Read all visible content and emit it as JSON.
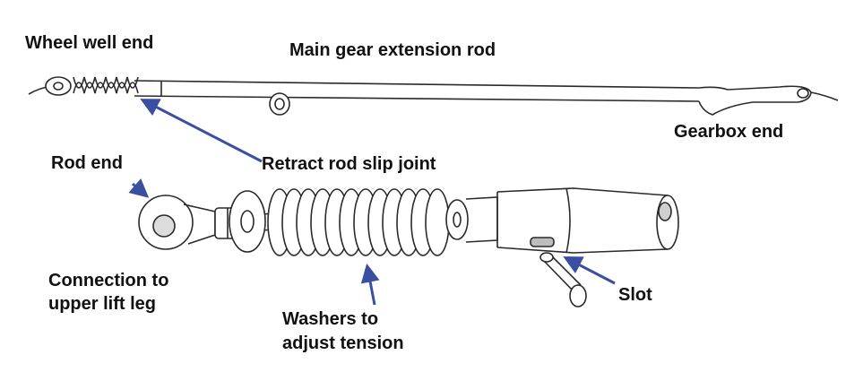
{
  "labels": {
    "wheel_well_end": "Wheel well end",
    "main_gear_rod": "Main gear extension rod",
    "gearbox_end": "Gearbox end",
    "rod_end": "Rod end",
    "slip_joint": "Retract rod slip joint",
    "connection_line1": "Connection to",
    "connection_line2": "upper lift leg",
    "washers_line1": "Washers to",
    "washers_line2": "adjust tension",
    "slot": "Slot"
  },
  "colors": {
    "arrow": "#3a4fa0",
    "ink": "#2a2a2a"
  }
}
